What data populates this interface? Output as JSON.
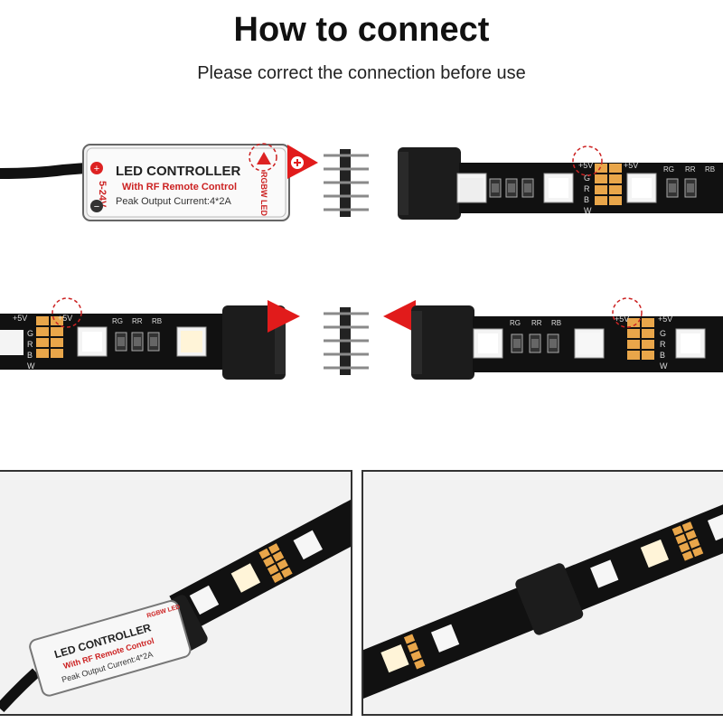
{
  "header": {
    "title": "How to connect",
    "subtitle": "Please correct the connection before use"
  },
  "controller": {
    "title": "LED CONTROLLER",
    "subtitle": "With RF Remote Control",
    "spec": "Peak Output Current:4*2A",
    "voltage": "5-24V",
    "type_label": "RGBW LED",
    "plus_symbol": "+",
    "minus_symbol": "−"
  },
  "strip_labels": {
    "power": "+5V",
    "g": "G",
    "r": "R",
    "b": "B",
    "w": "W",
    "rg": "RG",
    "rr": "RR",
    "rb": "RB"
  },
  "colors": {
    "arrow": "#e11b1b",
    "pcb": "#111111",
    "pad": "#e9a64a",
    "connector": "#1c1c1c",
    "pin": "#8a8a8a"
  },
  "icons": {
    "plus": "plus-circle-icon",
    "arrow": "triangle-arrow-icon"
  }
}
